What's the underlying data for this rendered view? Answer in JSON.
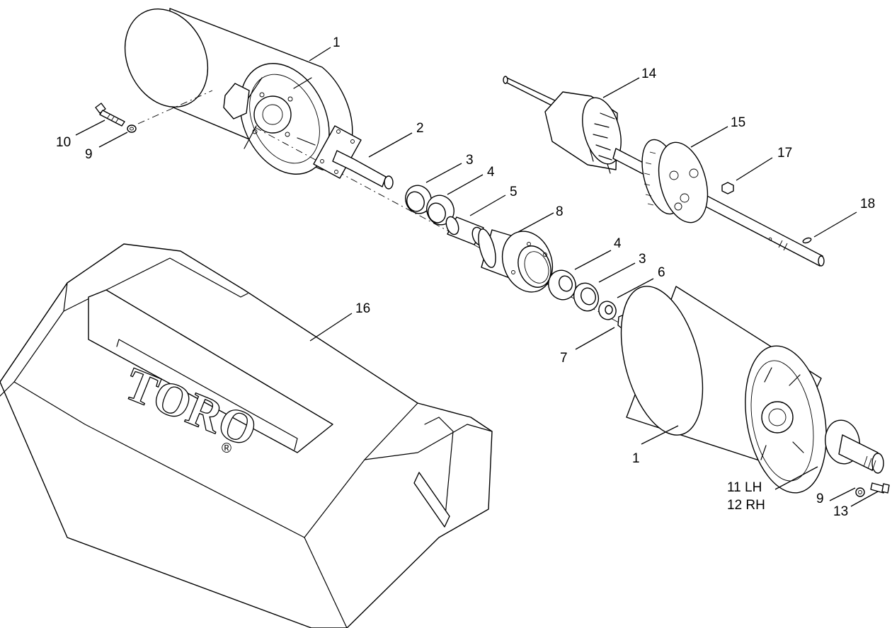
{
  "callouts": {
    "c1a": "1",
    "c1b": "1",
    "c2": "2",
    "c3a": "3",
    "c3b": "3",
    "c4a": "4",
    "c4b": "4",
    "c5": "5",
    "c6": "6",
    "c7": "7",
    "c8": "8",
    "c9a": "9",
    "c9b": "9",
    "c10": "10",
    "c11": "11 LH",
    "c12": "12 RH",
    "c13": "13",
    "c14": "14",
    "c15": "15",
    "c16": "16",
    "c17": "17",
    "c18": "18"
  },
  "logo": {
    "text": "TORO",
    "mark": "®"
  }
}
